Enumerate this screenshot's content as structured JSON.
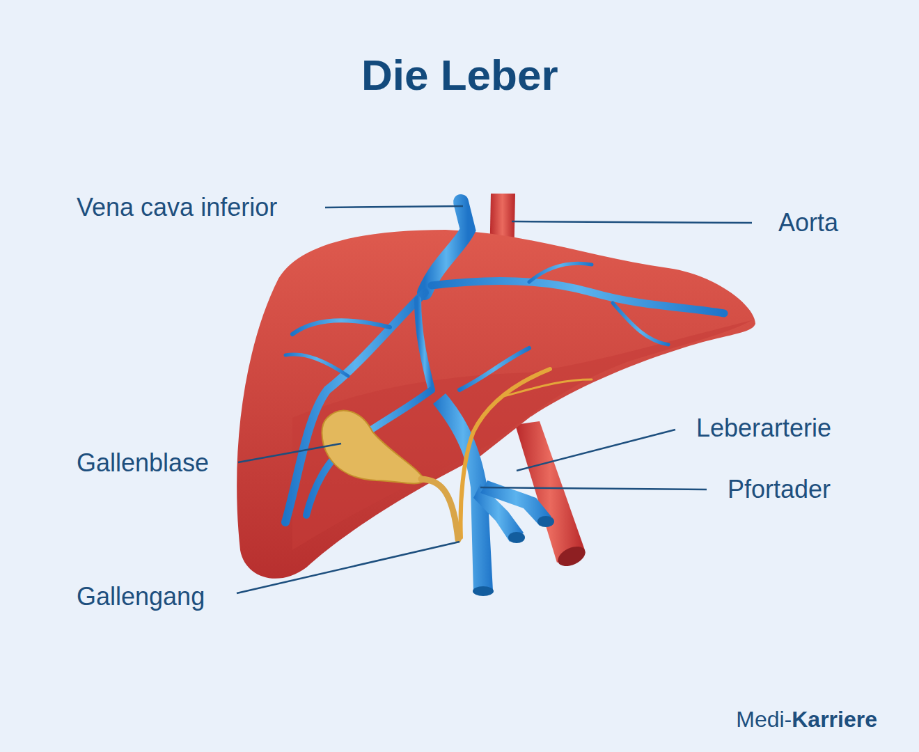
{
  "diagram": {
    "title": "Die Leber",
    "labels": [
      "Vena cava inferior",
      "Aorta",
      "Leberarterie",
      "Pfortader",
      "Gallenblase",
      "Gallengang",
      "Medi-",
      "Karriere"
    ]
  }
}
